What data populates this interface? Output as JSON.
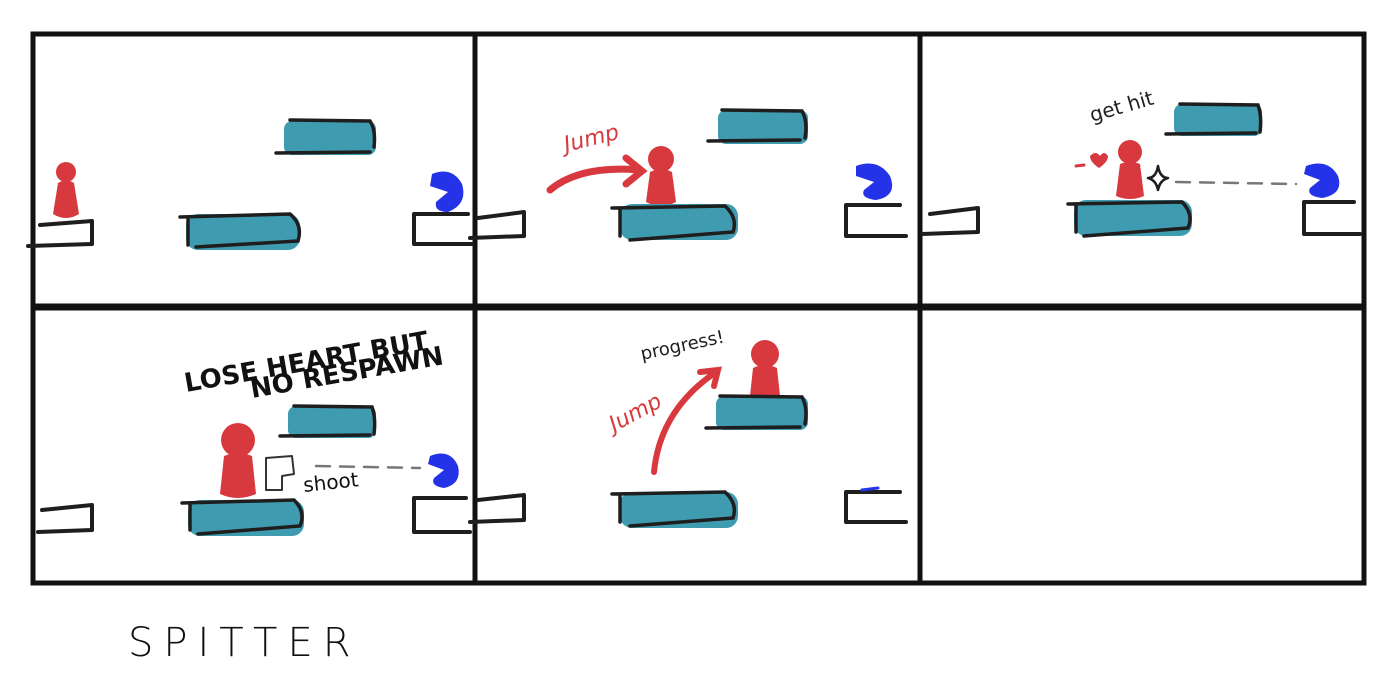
{
  "title": "SPITTER",
  "colors": {
    "frame": "#111111",
    "platform_fill": "#3f9bb0",
    "platform_outline": "#1e1e1e",
    "player": "#d8393f",
    "enemy": "#2433e8",
    "arrow": "#d8393f",
    "heart": "#d8393f"
  },
  "panels": [
    {
      "id": "1",
      "labels": []
    },
    {
      "id": "2",
      "labels": [
        {
          "text": "Jump"
        }
      ]
    },
    {
      "id": "3",
      "labels": [
        {
          "text": "get hit"
        }
      ]
    },
    {
      "id": "4",
      "labels": [
        {
          "text": "LOSE HEART BUT"
        },
        {
          "text": "NO RESPAWN"
        },
        {
          "text": "shoot"
        }
      ]
    },
    {
      "id": "5",
      "labels": [
        {
          "text": "progress!"
        },
        {
          "text": "Jump"
        }
      ]
    },
    {
      "id": "6",
      "labels": []
    }
  ],
  "icons": {
    "player": "player-figure-icon",
    "enemy": "spitter-enemy-icon",
    "heart": "heart-icon",
    "sparkle": "sparkle-icon",
    "projectile": "projectile-icon"
  }
}
